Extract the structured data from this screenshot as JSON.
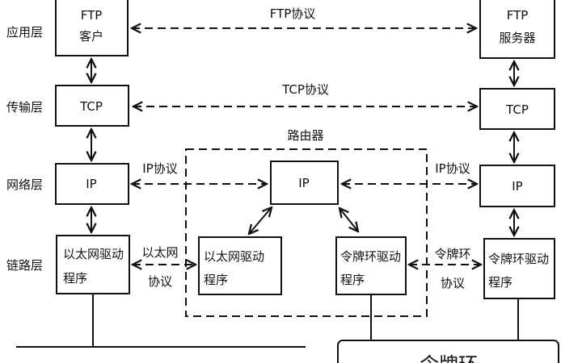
{
  "layers": {
    "application": "应用层",
    "transport": "传输层",
    "network": "网络层",
    "link": "链路层"
  },
  "client": {
    "ftp_line1": "FTP",
    "ftp_line2": "客户",
    "tcp": "TCP",
    "ip": "IP",
    "driver_line1": "以太网驱动",
    "driver_line2": "程序"
  },
  "server": {
    "ftp_line1": "FTP",
    "ftp_line2": "服务器",
    "tcp": "TCP",
    "ip": "IP",
    "driver_line1": "令牌环驱动",
    "driver_line2": "程序"
  },
  "router": {
    "title": "路由器",
    "ip": "IP",
    "eth_line1": "以太网驱动",
    "eth_line2": "程序",
    "tr_line1": "令牌环驱动",
    "tr_line2": "程序"
  },
  "protocols": {
    "ftp": "FTP协议",
    "tcp": "TCP协议",
    "ip_left": "IP协议",
    "ip_right": "IP协议",
    "eth_line1": "以太网",
    "eth_line2": "协议",
    "tr_line1": "令牌环",
    "tr_line2": "协议"
  },
  "networks": {
    "token_ring": "令牌环"
  }
}
